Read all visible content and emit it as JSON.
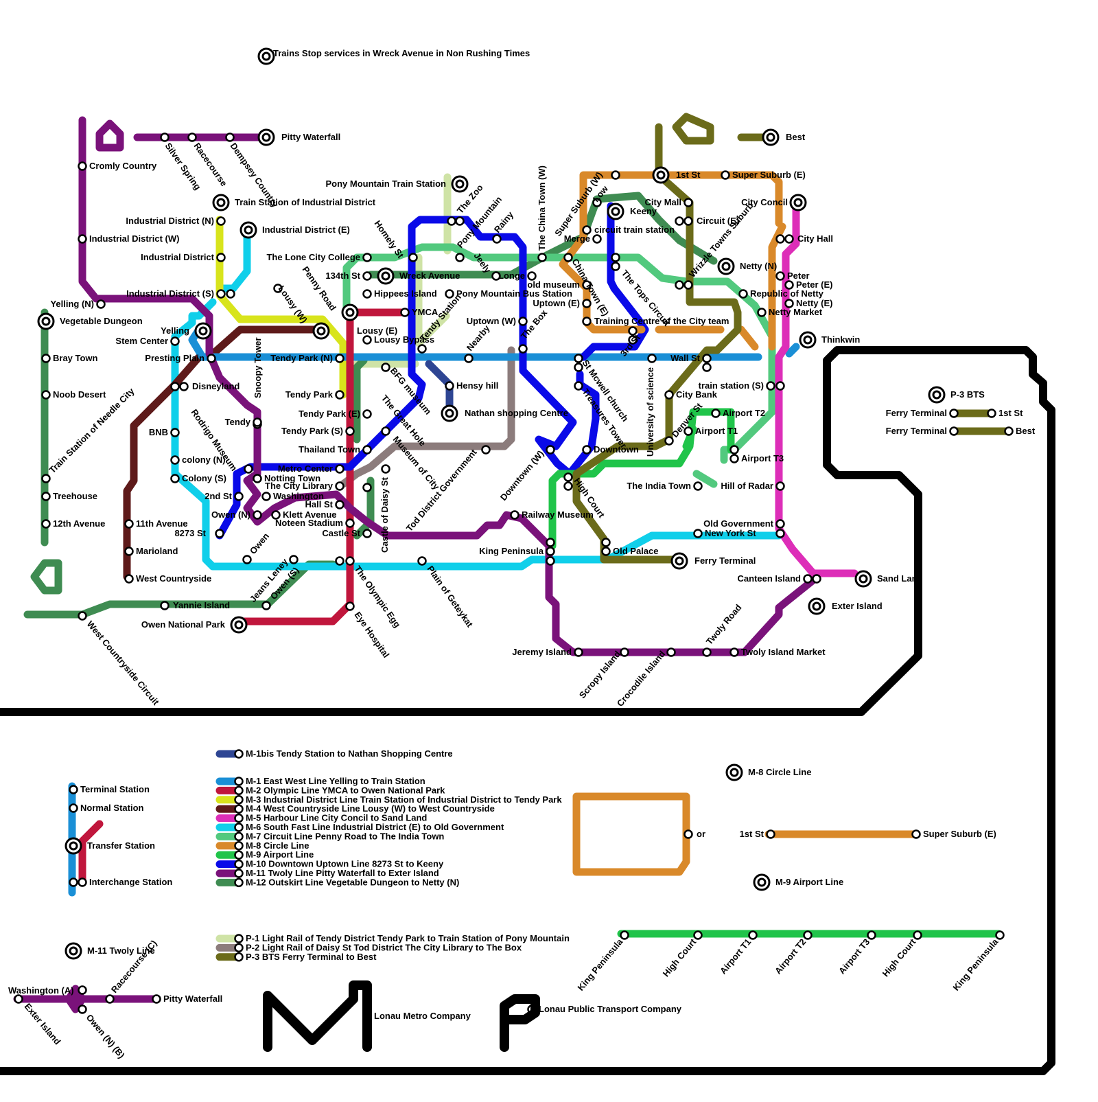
{
  "notice": "Trains Stop services in Wreck Avenue in Non Rushing Times",
  "colors": {
    "m1bis": "#2e4593",
    "m1": "#1a8fd6",
    "m2": "#c0163c",
    "m3": "#d8e41c",
    "m4": "#5e1a1a",
    "m5": "#dd2eb8",
    "m6": "#10cfea",
    "m7": "#52c97e",
    "m8": "#d9892a",
    "m9": "#20c44a",
    "m10": "#0a0ae8",
    "m11": "#7a127a",
    "m12": "#3f8c52",
    "p1": "#cfe3a6",
    "p2": "#8c7c7c",
    "p3": "#6b6b1a",
    "frame": "#000000"
  },
  "stations": {
    "pitty_waterfall": "Pitty Waterfall",
    "cromly_country": "Cromly Country",
    "silver_spring": "Silver Spring",
    "racecourse": "Racecourse",
    "dempsey_country": "Dempsey Country",
    "train_station_industrial": "Train Station of Industrial District",
    "industrial_n": "Industrial District (N)",
    "industrial_w": "Industrial District (W)",
    "industrial_e": "Industrial District (E)",
    "industrial": "Industrial District",
    "industrial_s": "Industrial District (S)",
    "yelling_n": "Yelling (N)",
    "vegetable_dungeon": "Vegetable Dungeon",
    "yelling": "Yelling",
    "stem_center": "Stem Center",
    "presting_plain": "Presting Plain",
    "bray_town": "Bray Town",
    "disneyland": "Disneyland",
    "noob_desert": "Noob Desert",
    "train_station_needle": "Train Station of Needle City",
    "bnb": "BNB",
    "colony_n": "colony (N)",
    "colony_s": "Colony (S)",
    "treehouse": "Treehouse",
    "eleventh_avenue": "11th Avenue",
    "twelfth_avenue": "12th Avenue",
    "marioland": "Marioland",
    "west_countryside": "West Countryside",
    "west_countryside_circuit": "West Countryside Circuit",
    "yannie_island": "Yannie Island",
    "owen_national_park": "Owen National Park",
    "jeans_leney": "Jeans Leney",
    "owen_s": "Owen (S)",
    "owen": "Owen",
    "snoopy_tower": "Snoopy Tower",
    "tendy": "Tendy",
    "rodrigo_museum": "Rodrigo Museum",
    "metro_center": "Metro Center",
    "notting_town": "Notting Town",
    "city_library": "The City Library",
    "second_st": "2nd St",
    "washington": "Washington",
    "hall_st": "Hall St",
    "owen_n": "Owen (N)",
    "klett_avenue": "Klett Avenue",
    "noteen_stadium": "Noteen Stadium",
    "st_8273": "8273 St",
    "castle_st": "Castle St",
    "pony_mountain_train": "Pony Mountain Train Station",
    "the_zoo": "The Zoo",
    "pony_mountain": "Pony Mountain",
    "homely_st": "Homely St",
    "rainy": "Rainy",
    "lone_city_college": "The Lone City College",
    "st_134th": "134th St",
    "wreck_avenue": "Wreck Avenue",
    "penny_road": "Penny Road",
    "hippees_island": "Hippees Island",
    "pony_mountain_bus": "Pony Mountain Bus Station",
    "lousy_w": "Lousy (W)",
    "ymca": "YMCA",
    "lousy_e": "Lousy (E)",
    "lousy_bypass": "Lousy Bypass",
    "tendy_station": "Tendy Station",
    "tendy_park_n": "Tendy Park (N)",
    "tendy_park": "Tendy Park",
    "tendy_park_e": "Tendy Park (E)",
    "tendy_park_s": "Tendy Park (S)",
    "thailand_town": "Thailand Town",
    "bfg_museum": "BFG museum",
    "the_great_hole": "The Great Hole",
    "museum_of_city": "Museum of City",
    "castle_of_daisy_st": "Castle of Daisy St",
    "tod_district_government": "Tod District Government",
    "hensy_hill": "Hensy hill",
    "nathan_shopping": "Nathan shopping Centre",
    "nearby": "Nearby",
    "jeely": "Jeely",
    "uptown_w": "Uptown (W)",
    "the_box": "The Box",
    "china_town_w": "The China Town (W)",
    "longe": "Longe",
    "old_museum": "old museum",
    "uptown_e": "Uptown (E)",
    "china_town_e": "China Town (E)",
    "super_suburb_w": "Super Suburb (W)",
    "low": "Low",
    "merge": "Merge",
    "circuit_train_station": "circuit train station",
    "keeny": "Keeny",
    "first_st": "1st St",
    "super_suburb_e": "Super Suburb (E)",
    "city_mall": "City Mall",
    "circuit_e": "Circuit (E)",
    "wrizzle_towns_suburb": "Wrizzle Towns Suburb",
    "netty_n": "Netty (N)",
    "the_tops_circuit": "The Tops Circuit",
    "training_centre": "Training Centre of the City team",
    "third_st": "3rd St",
    "best": "Best",
    "city_concil": "City Concil",
    "city_hall": "City Hall",
    "peter": "Peter",
    "peter_e": "Peter (E)",
    "republic_of_netty": "Republic of Netty",
    "netty_e": "Netty (E)",
    "netty_market": "Netty Market",
    "thinkwin": "Thinkwin",
    "wall_st": "Wall St",
    "st_mcwell_church": "St Mcwell church",
    "treasures_tower": "Treasures Tower",
    "university_of_science": "University of science",
    "train_station_s": "train station (S)",
    "city_bank": "City Bank",
    "airport_t2": "Airport T2",
    "airport_t1": "Airport T1",
    "denver_st": "Denver St",
    "airport_t3": "Airport T3",
    "downtown": "Downtown",
    "downtown_w": "Downtown (W)",
    "high_court": "High Court",
    "the_india_town": "The India Town",
    "hill_of_radar": "Hill of Radar",
    "railway_museum": "Railway Museum",
    "old_government": "Old Government",
    "new_york_st": "New York St",
    "king_peninsula": "King Peninsula",
    "old_palace": "Old Palace",
    "ferry_terminal": "Ferry Terminal",
    "canteen_island": "Canteen Island",
    "sand_land": "Sand Land",
    "exter_island": "Exter Island",
    "the_olympic_egg": "The Olympic Egg",
    "plain_of_geteykat": "Plain of Geteykat",
    "eye_hospital": "Eye Hospital",
    "jeremy_island": "Jeremy Island",
    "scropy_island": "Scropy Island",
    "crocodile_island": "Crocodile Island",
    "twoly_road": "Twoly Road",
    "twoly_island_market": "Twoly Island Market"
  },
  "p3_inset": {
    "title": "P-3 BTS",
    "row1_left": "Ferry Terminal",
    "row1_right": "1st St",
    "row2_left": "Ferry Terminal",
    "row2_right": "Best"
  },
  "legend": {
    "m1bis": "M-1bis  Tendy Station to Nathan Shopping Centre",
    "lines": [
      {
        "key": "m1",
        "label": "M-1 East West Line  Yelling to Train Station"
      },
      {
        "key": "m2",
        "label": "M-2 Olympic Line  YMCA to Owen National Park"
      },
      {
        "key": "m3",
        "label": "M-3 Industrial District Line  Train Station of Industrial District to Tendy Park"
      },
      {
        "key": "m4",
        "label": "M-4 West Countryside Line  Lousy (W) to West Countryside"
      },
      {
        "key": "m5",
        "label": "M-5 Harbour Line  City Concil to Sand Land"
      },
      {
        "key": "m6",
        "label": "M-6 South Fast Line  Industrial District (E) to Old Government"
      },
      {
        "key": "m7",
        "label": "M-7 Circuit Line  Penny Road to The India Town"
      },
      {
        "key": "m8",
        "label": "M-8 Circle Line"
      },
      {
        "key": "m9",
        "label": "M-9 Airport Line"
      },
      {
        "key": "m10",
        "label": "M-10 Downtown  Uptown Line  8273 St to Keeny"
      },
      {
        "key": "m11",
        "label": "M-11 Twoly Line  Pitty Waterfall to Exter Island"
      },
      {
        "key": "m12",
        "label": "M-12 Outskirt Line Vegetable Dungeon  to Netty (N)"
      }
    ],
    "plines": [
      {
        "key": "p1",
        "label": "P-1 Light Rail of Tendy District  Tendy Park to Train Station of Pony Mountain"
      },
      {
        "key": "p2",
        "label": "P-2 Light Rail of Daisy St  Tod District  The City Library to The Box"
      },
      {
        "key": "p3",
        "label": "P-3 BTS  Ferry Terminal to Best"
      }
    ],
    "terminal_station": "Terminal Station",
    "normal_station": "Normal Station",
    "transfer_station": "Transfer Station",
    "interchange_station": "Interchange Station",
    "m8_title": "M-8 Circle Line",
    "or": "or",
    "m8_from": "1st St",
    "m8_to": "Super Suburb (E)",
    "m9_title": "M-9 Airport Line",
    "m9_stops": [
      "King Peninsula",
      "High Court",
      "Airport T1",
      "Airport T2",
      "Airport T3",
      "High Court",
      "King Peninsula"
    ],
    "m11_title": "M-11 Twoly Line",
    "m11_washington": "Washington (A)",
    "m11_exter": "Exter Island",
    "m11_owen": "Owen (N) (B)",
    "m11_racecourse": "Racecourse (C)",
    "m11_pitty": "Pitty Waterfall",
    "metro_company": "Lonau Metro Company",
    "transport_company": "Lonau Public Transport Company"
  }
}
